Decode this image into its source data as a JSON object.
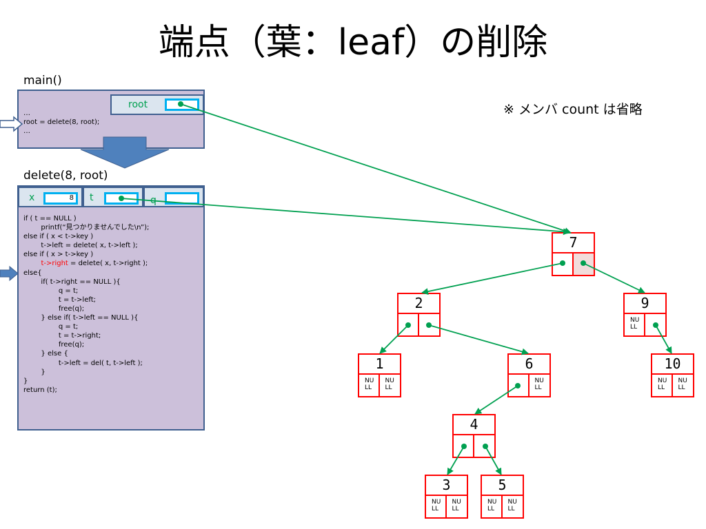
{
  "title": "端点（葉：leaf）の削除",
  "note": "※ メンバ count は省略",
  "main_frame": {
    "label": "main()",
    "root_label": "root",
    "code": [
      "…",
      "root = delete(8, root);",
      "…"
    ]
  },
  "delete_frame": {
    "label": "delete(8, root)",
    "x_label": "x",
    "x_value": "8",
    "t_label": "t",
    "q_label": "q",
    "code_lines": [
      "if ( t == NULL )",
      "        printf(“見つかりませんでした\\n”);",
      "else if ( x < t->key )",
      "        t->left = delete( x, t->left );",
      "else if ( x > t->key )",
      "        t->right = delete( x, t->right );",
      "else{",
      "        if( t->right == NULL ){",
      "                q = t;",
      "                t = t->left;",
      "                free(q);",
      "        } else if( t->left == NULL ){",
      "                q = t;",
      "                t = t->right;",
      "                free(q);",
      "        } else {",
      "                t->left = del( t, t->left );",
      "        }",
      "}",
      "return (t);"
    ]
  },
  "null_text_top": "NU",
  "null_text_bottom": "LL",
  "tree": {
    "n7": "7",
    "n2": "2",
    "n9": "9",
    "n1": "1",
    "n6": "6",
    "n10": "10",
    "n4": "4",
    "n3": "3",
    "n5": "5"
  },
  "colors": {
    "node_border": "#ff0000",
    "pointer": "#00a050",
    "frame_fill": "#ccc0da",
    "frame_border": "#3f5f8f",
    "slot_border": "#00b0f0",
    "arrow_blue": "#4f81bd"
  }
}
